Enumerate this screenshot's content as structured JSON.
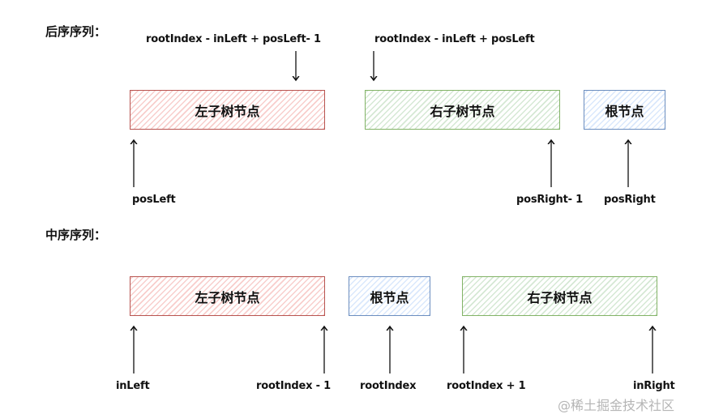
{
  "postorder": {
    "heading": "后序序列：",
    "boxes": {
      "left": "左子树节点",
      "right": "右子树节点",
      "root": "根节点"
    },
    "top_labels": [
      "rootIndex - inLeft + posLeft- 1",
      "rootIndex - inLeft + posLeft"
    ],
    "bottom_labels": [
      "posLeft",
      "posRight- 1",
      "posRight"
    ]
  },
  "inorder": {
    "heading": "中序序列：",
    "boxes": {
      "left": "左子树节点",
      "root": "根节点",
      "right": "右子树节点"
    },
    "bottom_labels": [
      "inLeft",
      "rootIndex - 1",
      "rootIndex",
      "rootIndex + 1",
      "inRight"
    ]
  },
  "colors": {
    "left_subtree": {
      "stroke": "#b85450",
      "fill": "#f8cecc"
    },
    "right_subtree": {
      "stroke": "#82b366",
      "fill": "#d5e8d4"
    },
    "root": {
      "stroke": "#6c8ebf",
      "fill": "#dae8fc"
    }
  },
  "watermark": "@稀土掘金技术社区"
}
